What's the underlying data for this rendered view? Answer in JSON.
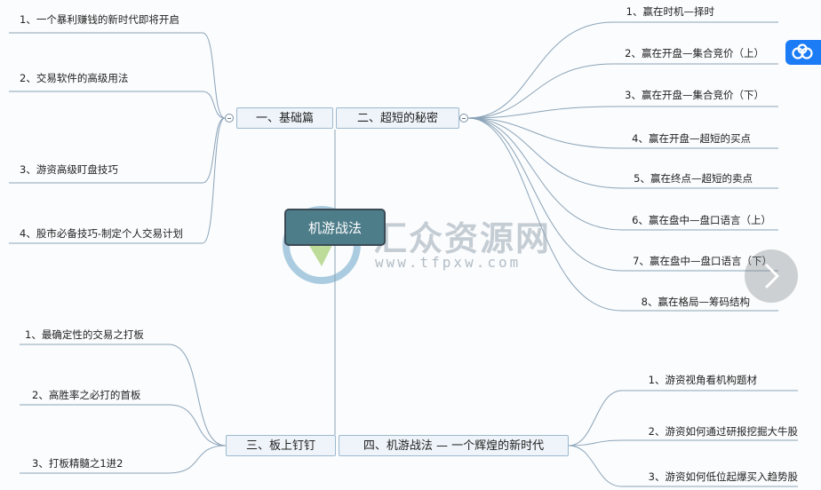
{
  "central": {
    "label": "机游战法"
  },
  "branches": {
    "basics": {
      "label": "一、基础篇",
      "items": [
        "1、一个暴利赚钱的新时代即将开启",
        "2、交易软件的高级用法",
        "3、游资高级盯盘技巧",
        "4、股市必备技巧-制定个人交易计划"
      ]
    },
    "secrets": {
      "label": "二、超短的秘密",
      "items": [
        "1、赢在时机—择时",
        "2、赢在开盘—集合竞价（上）",
        "3、赢在开盘—集合竞价（下）",
        "4、赢在开盘—超短的买点",
        "5、赢在终点—超短的卖点",
        "6、赢在盘中—盘口语言（上）",
        "7、赢在盘中—盘口语言（下）",
        "8、赢在格局—筹码结构"
      ]
    },
    "limit": {
      "label": "三、板上钉钉",
      "items": [
        "1、最确定性的交易之打板",
        "2、高胜率之必打的首板",
        "3、打板精髓之1进2"
      ]
    },
    "era": {
      "label": "四、机游战法 — 一个辉煌的新时代",
      "items": [
        "1、游资视角看机构题材",
        "2、游资如何通过研报挖掘大牛股",
        "3、游资如何低位起爆买入趋势股"
      ]
    }
  },
  "watermark": {
    "brand": "汇众资源网",
    "url": "www.tfpxw.com"
  },
  "colors": {
    "line": "#8aa3b8",
    "topic_fill": "#eef4f9",
    "central_fill": "#4e7d8a",
    "cloud": "#1b7cf5"
  },
  "icons": {
    "next": "chevron-right-icon",
    "cloud": "cloud-icon",
    "collapse": "minus-circle-icon"
  }
}
